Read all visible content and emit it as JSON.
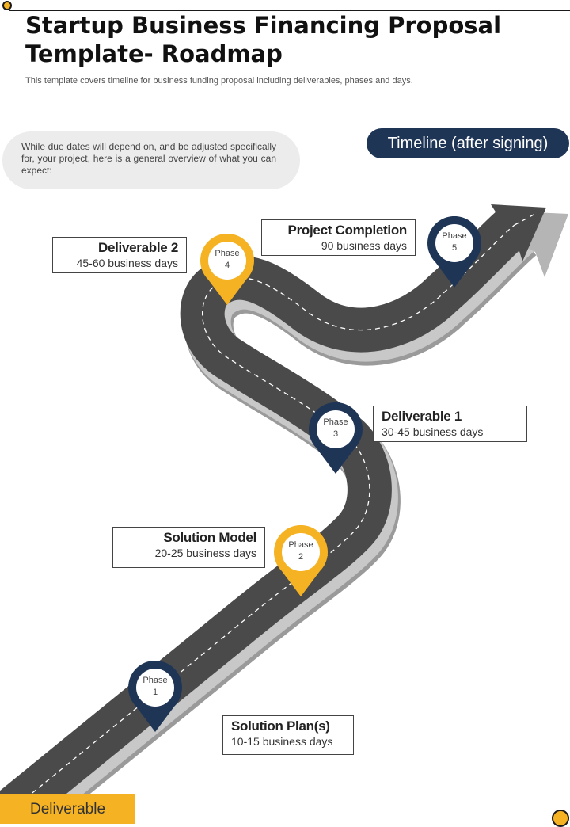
{
  "header": {
    "title": "Startup Business Financing Proposal Template- Roadmap",
    "subtitle": "This template covers timeline for business funding proposal including deliverables, phases and days."
  },
  "intro_text": "While due dates will depend on, and be adjusted specifically for, your project, here is a general overview of what you can expect:",
  "timeline_label": "Timeline (after signing)",
  "milestones": [
    {
      "title": "Solution Plan(s)",
      "days": "10-15 business days",
      "phase_word": "Phase",
      "phase_num": "1",
      "pin_color": "#1f3556"
    },
    {
      "title": "Solution Model",
      "days": "20-25 business days",
      "phase_word": "Phase",
      "phase_num": "2",
      "pin_color": "#f5b324"
    },
    {
      "title": "Deliverable 1",
      "days": "30-45 business days",
      "phase_word": "Phase",
      "phase_num": "3",
      "pin_color": "#1f3556"
    },
    {
      "title": "Deliverable 2",
      "days": "45-60 business days",
      "phase_word": "Phase",
      "phase_num": "4",
      "pin_color": "#f5b324"
    },
    {
      "title": "Project Completion",
      "days": "90 business days",
      "phase_word": "Phase",
      "phase_num": "5",
      "pin_color": "#1f3556"
    }
  ],
  "footer_label": "Deliverable",
  "colors": {
    "navy": "#1f3556",
    "gold": "#f5b324",
    "road": "#4a4a4a",
    "road_edge": "#c8c8c8"
  }
}
